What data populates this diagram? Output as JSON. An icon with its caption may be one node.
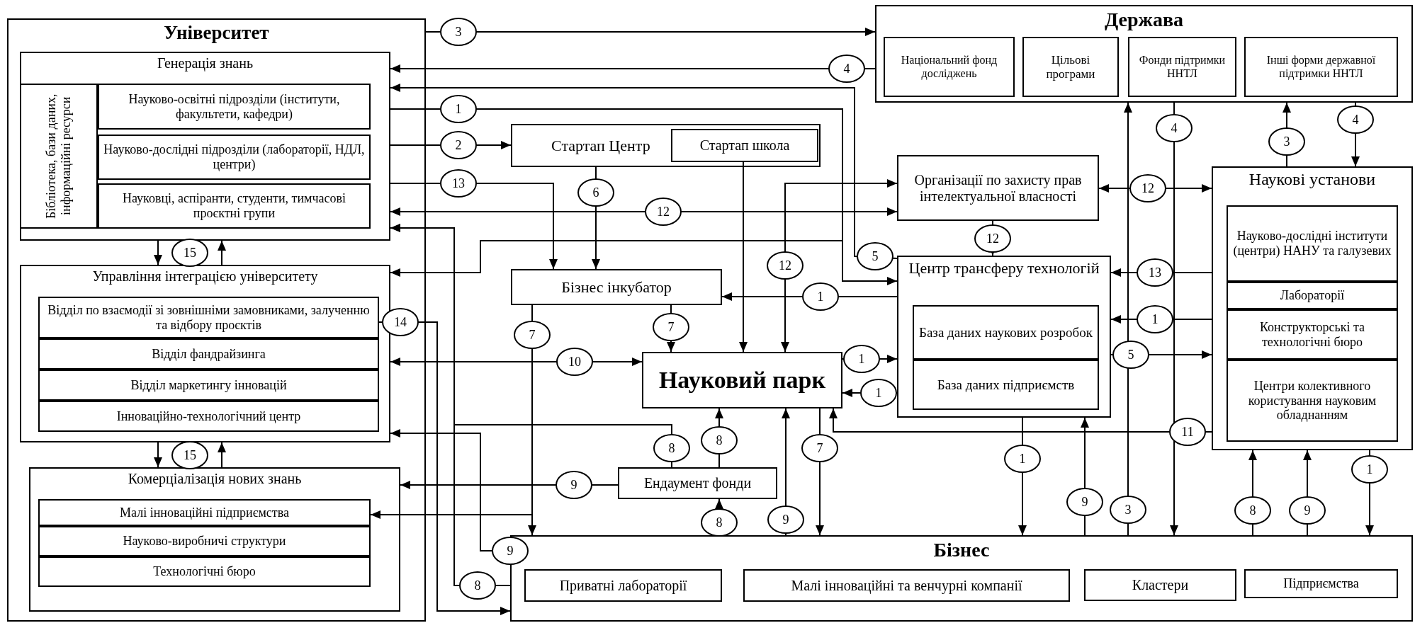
{
  "diagram": {
    "nodes": [
      {
        "text": [
          "Університет"
        ]
      },
      {
        "text": [
          "Генерація знань"
        ],
        "in": 0
      },
      {
        "text": [
          "Бібліотека, бази даних, інформаційні ресурси"
        ],
        "in": 1
      },
      {
        "text": [
          "Науково-освітні підрозділи (інститути, факультети, кафедри)"
        ],
        "in": 1
      },
      {
        "text": [
          "Науково-дослідні підрозділи (лабораторії, НДЛ, центри)"
        ],
        "in": 1
      },
      {
        "text": [
          "Науковці, аспіранти, студенти, тимчасові проєктні групи"
        ],
        "in": 1
      },
      {
        "text": [
          "Управління інтеграцією університету"
        ],
        "in": 0
      },
      {
        "text": [
          "Відділ по взаємодії зі зовнішніми замовниками, залученню та відбору проєктів"
        ],
        "in": 6
      },
      {
        "text": [
          "Відділ фандрайзинга"
        ],
        "in": 6
      },
      {
        "text": [
          "Відділ маркетингу інновацій"
        ],
        "in": 6
      },
      {
        "text": [
          "Інноваційно-технологічний центр"
        ],
        "in": 6
      },
      {
        "text": [
          "Комерціалізація нових знань"
        ],
        "in": 0
      },
      {
        "text": [
          "Малі інноваційні підприємства"
        ],
        "in": 11
      },
      {
        "text": [
          "Науково-виробничі структури"
        ],
        "in": 11
      },
      {
        "text": [
          "Технологічні бюро"
        ],
        "in": 11
      },
      {
        "text": [
          "Держава"
        ]
      },
      {
        "text": [
          "Національний фонд досліджень"
        ],
        "in": 15
      },
      {
        "text": [
          "Цільові програми"
        ],
        "in": 15
      },
      {
        "text": [
          "Фонди підтримки ННТЛ"
        ],
        "in": 15
      },
      {
        "text": [
          "Інші форми державної підтримки ННТЛ"
        ],
        "in": 15
      },
      {
        "text": [
          "Стартап Центр"
        ]
      },
      {
        "text": [
          "Стартап школа"
        ],
        "in": 20
      },
      {
        "text": [
          "Організації по захисту прав інтелектуальної власності"
        ]
      },
      {
        "text": [
          "Бізнес інкубатор"
        ]
      },
      {
        "text": [
          "Центр трансферу технологій"
        ]
      },
      {
        "text": [
          "База даних наукових розробок"
        ],
        "in": 24
      },
      {
        "text": [
          "База даних підприємств"
        ],
        "in": 24
      },
      {
        "text": [
          "Наукові установи"
        ]
      },
      {
        "text": [
          "Науково-дослідні інститути (центри) НАНУ та галузевих"
        ],
        "in": 27
      },
      {
        "text": [
          "Лабораторії"
        ],
        "in": 27
      },
      {
        "text": [
          "Конструкторські та технологічні бюро"
        ],
        "in": 27
      },
      {
        "text": [
          "Центри колективного користування науковим обладнанням"
        ],
        "in": 27
      },
      {
        "text": [
          "Науковий парк"
        ]
      },
      {
        "text": [
          "Ендаумент фонди"
        ]
      },
      {
        "text": [
          "Бізнес"
        ]
      },
      {
        "text": [
          "Приватні лабораторії"
        ],
        "in": 34
      },
      {
        "text": [
          "Малі інноваційні та венчурні компанії"
        ],
        "in": 34
      },
      {
        "text": [
          "Кластери"
        ],
        "in": 34
      },
      {
        "text": [
          "Підприємства"
        ],
        "in": 34
      }
    ],
    "edges": [
      {
        "from": 0,
        "to": 15,
        "arrow": "to",
        "label": "3"
      },
      {
        "from": 15,
        "to": 1,
        "arrow": "to",
        "label": "4"
      },
      {
        "from": 24,
        "to": 1,
        "arrow": "to",
        "label": "5"
      },
      {
        "from": 1,
        "to": 24,
        "arrow": "to",
        "label": "1"
      },
      {
        "from": 24,
        "to": 6,
        "arrow": "to"
      },
      {
        "from": 1,
        "to": 20,
        "arrow": "to",
        "label": "2"
      },
      {
        "from": 1,
        "to": 23,
        "arrow": "to",
        "label": "13"
      },
      {
        "from": 20,
        "to": 23,
        "arrow": "to",
        "label": "6"
      },
      {
        "from": 21,
        "to": 32,
        "arrow": "to"
      },
      {
        "from": 1,
        "to": 22,
        "arrow": "both",
        "label": "12"
      },
      {
        "from": 32,
        "to": 22,
        "arrow": "both",
        "label": "12"
      },
      {
        "from": 22,
        "to": 27,
        "arrow": "both",
        "label": "12"
      },
      {
        "from": 22,
        "to": 24,
        "arrow": "to",
        "label": "12"
      },
      {
        "from": 27,
        "to": 24,
        "arrow": "to",
        "label": "13"
      },
      {
        "from": 27,
        "to": 24,
        "arrow": "to",
        "label": "1"
      },
      {
        "from": 24,
        "to": 23,
        "arrow": "to",
        "label": "1"
      },
      {
        "from": 32,
        "to": 24,
        "arrow": "to",
        "label": "1"
      },
      {
        "from": 24,
        "to": 32,
        "arrow": "to",
        "label": "1"
      },
      {
        "from": 24,
        "to": 34,
        "arrow": "to",
        "label": "1"
      },
      {
        "from": 27,
        "to": 34,
        "arrow": "to",
        "label": "1"
      },
      {
        "from": 34,
        "to": 24,
        "arrow": "to",
        "label": "9"
      },
      {
        "from": 34,
        "to": 15,
        "arrow": "to",
        "label": "3"
      },
      {
        "from": 15,
        "to": 34,
        "arrow": "to",
        "label": "4"
      },
      {
        "from": 27,
        "to": 15,
        "arrow": "to",
        "label": "3"
      },
      {
        "from": 15,
        "to": 27,
        "arrow": "to",
        "label": "4"
      },
      {
        "from": 34,
        "to": 27,
        "arrow": "to",
        "label": "8"
      },
      {
        "from": 34,
        "to": 27,
        "arrow": "to",
        "label": "9"
      },
      {
        "from": 24,
        "to": 27,
        "arrow": "to",
        "label": "5"
      },
      {
        "from": 27,
        "to": 32,
        "arrow": "to",
        "label": "11"
      },
      {
        "from": 32,
        "to": 34,
        "arrow": "to",
        "label": "7"
      },
      {
        "from": 34,
        "to": 32,
        "arrow": "to",
        "label": "9"
      },
      {
        "from": 33,
        "to": 32,
        "arrow": "to",
        "label": "8"
      },
      {
        "from": 34,
        "to": 33,
        "arrow": "to",
        "label": "8"
      },
      {
        "from": 33,
        "to": 1,
        "arrow": "to",
        "label": "8"
      },
      {
        "from": 34,
        "to": 1,
        "arrow": "to",
        "label": "8"
      },
      {
        "from": 34,
        "to": 6,
        "arrow": "to",
        "label": "9"
      },
      {
        "from": 33,
        "to": 11,
        "arrow": "to",
        "label": "9"
      },
      {
        "from": 6,
        "to": 32,
        "arrow": "both",
        "label": "10"
      },
      {
        "from": 23,
        "to": 34,
        "arrow": "to",
        "label": "7"
      },
      {
        "from": 23,
        "to": 32,
        "arrow": "to",
        "label": "7"
      },
      {
        "from": 23,
        "to": 12,
        "arrow": "to"
      },
      {
        "from": 7,
        "to": 34,
        "arrow": "to",
        "label": "14"
      },
      {
        "from": 1,
        "to": 6,
        "arrow": "to",
        "label": "15"
      },
      {
        "from": 6,
        "to": 1,
        "arrow": "to"
      },
      {
        "from": 6,
        "to": 11,
        "arrow": "to",
        "label": "15"
      },
      {
        "from": 11,
        "to": 6,
        "arrow": "to"
      }
    ]
  }
}
